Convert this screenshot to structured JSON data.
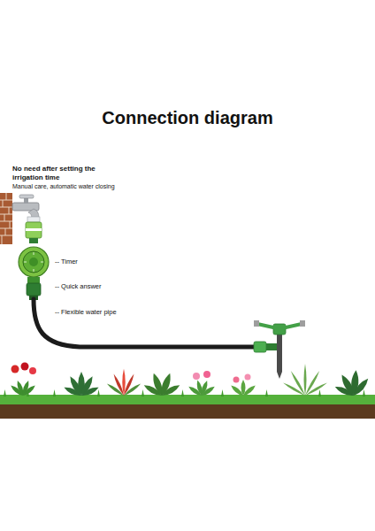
{
  "diagram": {
    "title": "Connection diagram",
    "labels": [
      "No need after setting the irrigation time",
      "Manual care, automatic water closing",
      "-- Timer",
      "-- Quick answer",
      "-- Flexible water pipe"
    ]
  }
}
